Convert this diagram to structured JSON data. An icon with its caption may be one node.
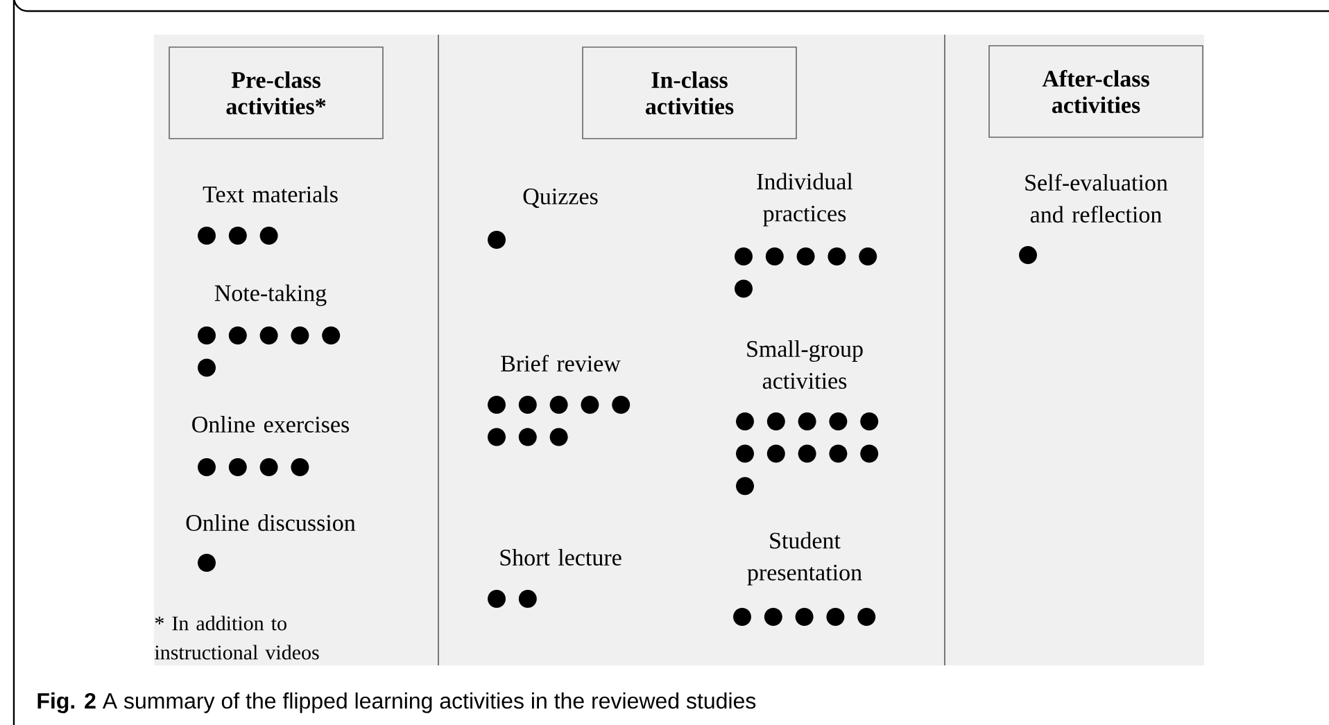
{
  "diagram": {
    "caption": "**Fig. 2** A summary of the flipped learning activities in the reviewed studies",
    "nodes": [
      {
        "text": [
          "Pre-class activities*"
        ]
      },
      {
        "text": [
          "In-class activities"
        ]
      },
      {
        "text": [
          "After-class activities"
        ]
      }
    ],
    "labels": [
      "Text materials",
      "Note-taking",
      "Online exercises",
      "Online discussion",
      "* In addition to instructional videos",
      "Quizzes",
      "Individual practices",
      "Brief review",
      "Small-group activities",
      "Short lecture",
      "Student presentation",
      "Self-evaluation and reflection"
    ]
  }
}
